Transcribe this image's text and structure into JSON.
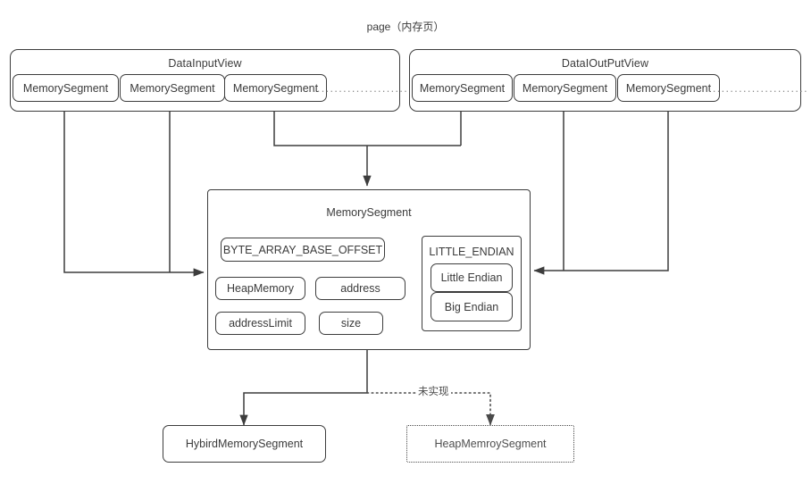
{
  "diagram": {
    "title": "page（内存页）",
    "stroke_color": "#3d3d3d",
    "text_color": "#3b3b3b",
    "background": "#ffffff"
  },
  "views": {
    "input": {
      "title": "DataInputView",
      "segments": [
        {
          "label": "MemorySegment"
        },
        {
          "label": "MemorySegment"
        },
        {
          "label": "MemorySegment"
        }
      ],
      "ellipsis": "......................."
    },
    "output": {
      "title": "DataIOutPutView",
      "segments": [
        {
          "label": "MemorySegment"
        },
        {
          "label": "MemorySegment"
        },
        {
          "label": "MemorySegment"
        }
      ],
      "ellipsis": "......................."
    }
  },
  "memory_segment": {
    "title": "MemorySegment",
    "fields": [
      {
        "label": "BYTE_ARRAY_BASE_OFFSET"
      },
      {
        "label": "HeapMemory"
      },
      {
        "label": "address"
      },
      {
        "label": "addressLimit"
      },
      {
        "label": "size"
      }
    ],
    "endian_group": {
      "title": "LITTLE_ENDIAN",
      "options": [
        {
          "label": "Little Endian"
        },
        {
          "label": "Big Endian"
        }
      ]
    }
  },
  "subclasses": [
    {
      "label": "HybirdMemorySegment",
      "style": "solid"
    },
    {
      "label": "HeapMemroySegment",
      "style": "dotted"
    }
  ],
  "edge_labels": {
    "not_implemented": "未实现"
  }
}
